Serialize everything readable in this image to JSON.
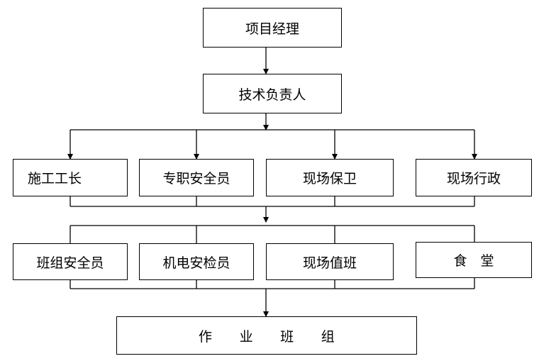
{
  "org_chart": {
    "level1": {
      "label": "项目经理"
    },
    "level2": {
      "label": "技术负责人"
    },
    "level3": [
      {
        "label": "施工工长"
      },
      {
        "label": "专职安全员"
      },
      {
        "label": "现场保卫"
      },
      {
        "label": "现场行政"
      }
    ],
    "level4": [
      {
        "label": "班组安全员"
      },
      {
        "label": "机电安检员"
      },
      {
        "label": "现场值班"
      },
      {
        "label": "食　堂"
      }
    ],
    "level5": {
      "label": "作　　业　　班　　组"
    }
  }
}
